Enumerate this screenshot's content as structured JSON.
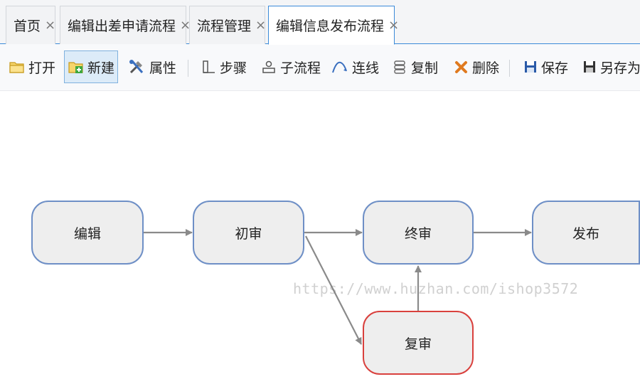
{
  "tabs": [
    {
      "label": "首页",
      "close": "×"
    },
    {
      "label": "编辑出差申请流程",
      "close": "×"
    },
    {
      "label": "流程管理",
      "close": "×"
    },
    {
      "label": "编辑信息发布流程",
      "close": "×",
      "active": true
    }
  ],
  "toolbar": {
    "open": "打开",
    "new": "新建",
    "properties": "属性",
    "step": "步骤",
    "subflow": "子流程",
    "connect": "连线",
    "copy": "复制",
    "delete": "删除",
    "save": "保存",
    "save_as": "另存为"
  },
  "flow": {
    "nodes": {
      "edit": "编辑",
      "first_review": "初审",
      "final_review": "终审",
      "publish": "发布",
      "re_review": "复审"
    }
  },
  "watermark": "https://www.huzhan.com/ishop3572",
  "colors": {
    "accent": "#3b8ad9",
    "node_border": "#6e8fc6",
    "node_fill": "#eeeeee",
    "highlight_border": "#d9403d",
    "edge": "#8a8a8a"
  }
}
